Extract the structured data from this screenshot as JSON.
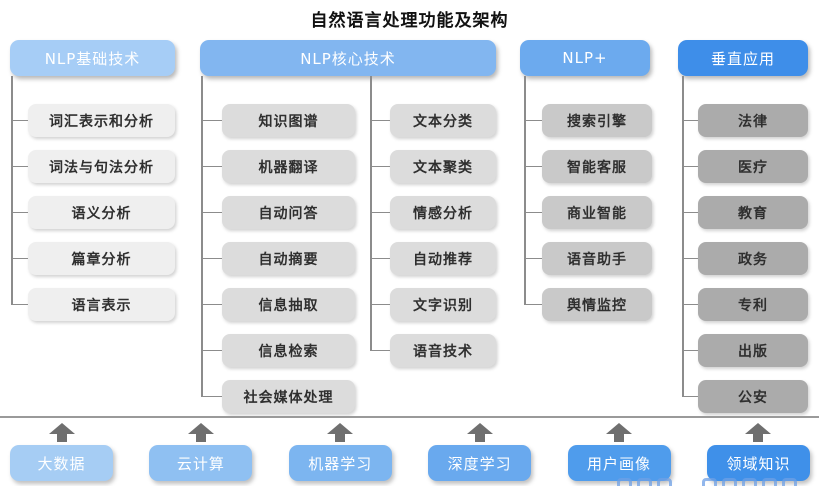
{
  "title": "自然语言处理功能及架构",
  "theme": {
    "connector_color": "#8c8c8c",
    "divider_color": "#9a9a9a",
    "arrow_color": "#6f6f6f",
    "header_text_color": "#ffffff",
    "item_text_color": "#2f2f2f",
    "title_color": "#111111"
  },
  "columns": [
    {
      "header": "NLP基础技术",
      "header_color": "#a6cdf6",
      "item_color": "#efefef",
      "items": [
        "词汇表示和分析",
        "词法与句法分析",
        "语义分析",
        "篇章分析",
        "语言表示"
      ]
    },
    {
      "header": "NLP核心技术",
      "header_color": "#82b6f0",
      "item_color": "#dcdcdc",
      "items_left": [
        "知识图谱",
        "机器翻译",
        "自动问答",
        "自动摘要",
        "信息抽取",
        "信息检索",
        "社会媒体处理"
      ],
      "items_right": [
        "文本分类",
        "文本聚类",
        "情感分析",
        "自动推荐",
        "文字识别",
        "语音技术"
      ]
    },
    {
      "header": "NLP+",
      "header_color": "#6caaee",
      "item_color": "#c9c9c9",
      "items": [
        "搜索引擎",
        "智能客服",
        "商业智能",
        "语音助手",
        "舆情监控"
      ]
    },
    {
      "header": "垂直应用",
      "header_color": "#3e8ee9",
      "item_color": "#ababab",
      "items": [
        "法律",
        "医疗",
        "教育",
        "政务",
        "专利",
        "出版",
        "公安"
      ]
    }
  ],
  "foundation": {
    "items": [
      {
        "label": "大数据",
        "color": "#a6cdf4"
      },
      {
        "label": "云计算",
        "color": "#8fc0f2"
      },
      {
        "label": "机器学习",
        "color": "#7cb5f0"
      },
      {
        "label": "深度学习",
        "color": "#69a9ee"
      },
      {
        "label": "用户画像",
        "color": "#4f9cec"
      },
      {
        "label": "领域知识",
        "color": "#3f90e9"
      }
    ]
  }
}
